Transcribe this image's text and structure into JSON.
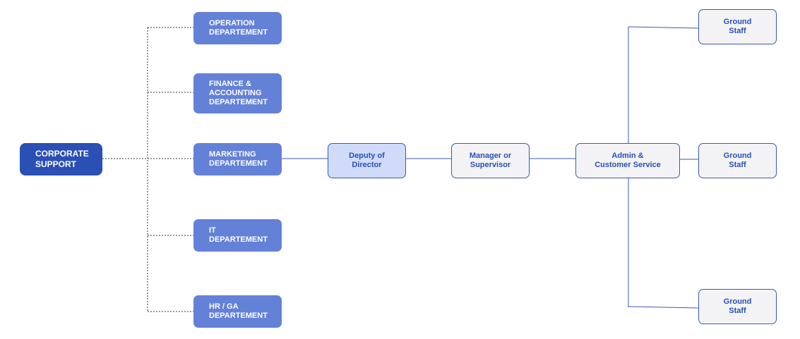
{
  "root": {
    "label": "CORPORATE\nSUPPORT"
  },
  "departments": [
    {
      "label": "OPERATION\nDEPARTEMENT"
    },
    {
      "label": "FINANCE &\nACCOUNTING\nDEPARTEMENT"
    },
    {
      "label": "MARKETING\nDEPARTEMENT"
    },
    {
      "label": "IT\nDEPARTEMENT"
    },
    {
      "label": "HR / GA\nDEPARTEMENT"
    }
  ],
  "chain": [
    {
      "label": "Deputy of\nDirector"
    },
    {
      "label": "Manager or\nSupervisor"
    },
    {
      "label": "Admin &\nCustomer Service"
    }
  ],
  "staff": [
    {
      "label": "Ground\nStaff"
    },
    {
      "label": "Ground\nStaff"
    },
    {
      "label": "Ground\nStaff"
    }
  ],
  "colors": {
    "root_fill": "#2a4fb5",
    "department_fill": "#6481d8",
    "deputy_fill": "#cfdbf9",
    "node_fill": "#f3f3f5",
    "text_accent": "#2a4fb5",
    "connector": "#3a5ab0",
    "dotted_connector": "#333333"
  }
}
